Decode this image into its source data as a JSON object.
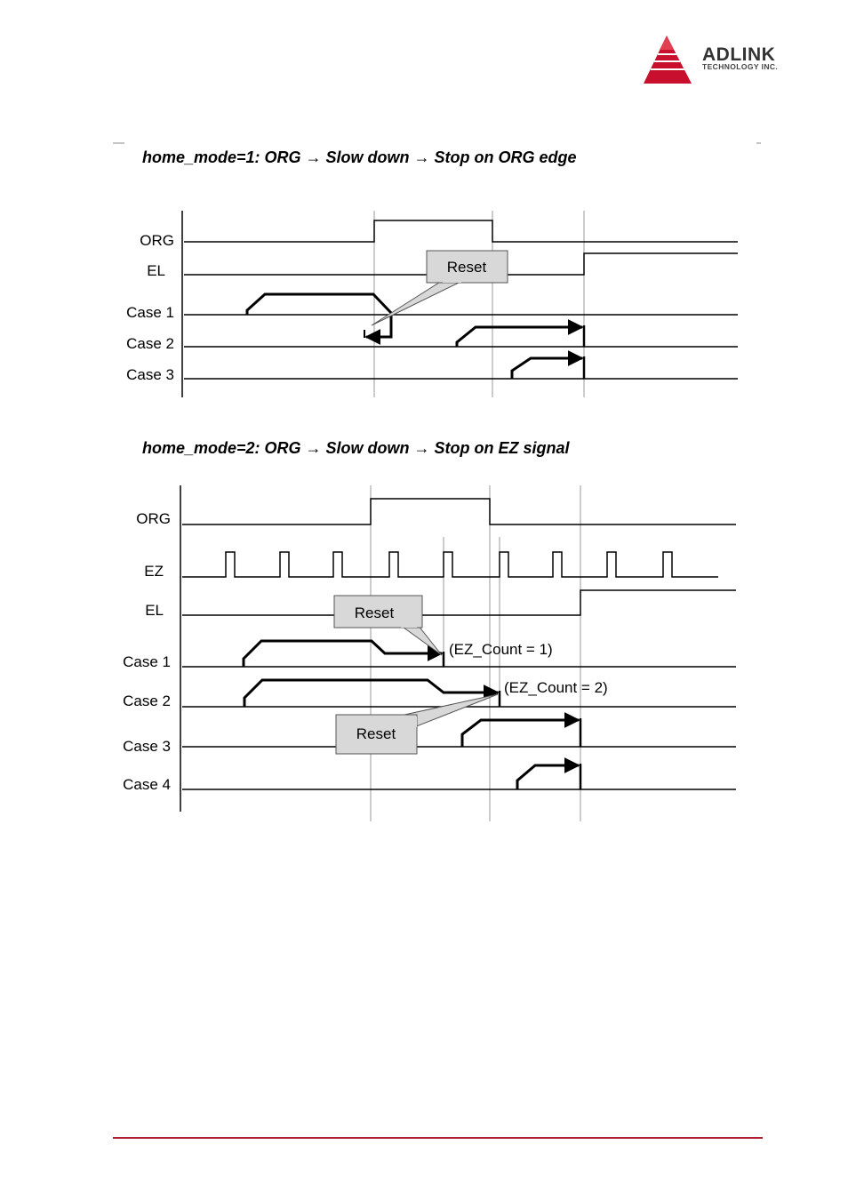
{
  "header": {
    "brand_name": "ADLINK",
    "brand_tagline": "TECHNOLOGY INC.",
    "brand_color": "#c8102e"
  },
  "diagram1": {
    "title": "home_mode=1: ORG → Slow down → Stop on ORG edge",
    "signals": [
      "ORG",
      "EL",
      "Case 1",
      "Case 2",
      "Case 3"
    ],
    "callout": "Reset"
  },
  "diagram2": {
    "title": "home_mode=2: ORG → Slow down → Stop on EZ signal",
    "signals": [
      "ORG",
      "EZ",
      "EL",
      "Case 1",
      "Case 2",
      "Case 3",
      "Case 4"
    ],
    "callouts": [
      "Reset",
      "Reset"
    ],
    "annotations": [
      "(EZ_Count = 1)",
      "(EZ_Count = 2)"
    ]
  },
  "footer": {
    "rule_color": "#b0202a"
  }
}
